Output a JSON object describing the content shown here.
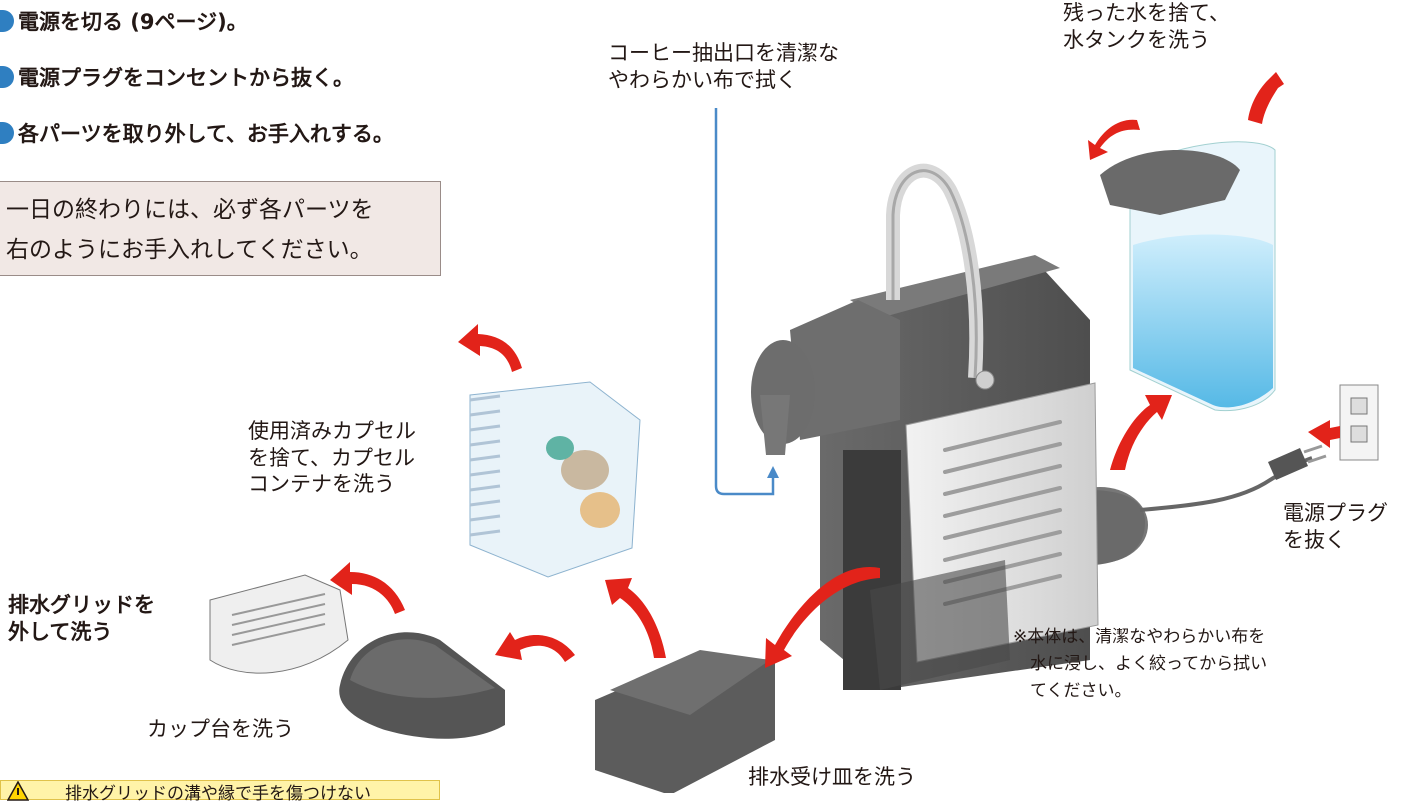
{
  "steps": [
    {
      "text": "電源を切る (9ページ)。"
    },
    {
      "text": "電源プラグをコンセントから抜く。"
    },
    {
      "text": "各パーツを取り外して、お手入れする。"
    }
  ],
  "note_box": {
    "line1": "一日の終わりには、必ず各パーツを",
    "line2": "右のようにお手入れしてください。"
  },
  "labels": {
    "nozzle": [
      "コーヒー抽出口を清潔な",
      "やわらかい布で拭く"
    ],
    "tank": [
      "残った水を捨て、",
      "水タンクを洗う"
    ],
    "capsule": [
      "使用済みカプセル",
      "を捨て、カプセル",
      "コンテナを洗う"
    ],
    "grid": [
      "排水グリッドを",
      "外して洗う"
    ],
    "cup_stand": "カップ台を洗う",
    "drip_tray": "排水受け皿を洗う",
    "plug": [
      "電源プラグ",
      "を抜く"
    ],
    "body_note": [
      "※本体は、清潔なやわらかい布を",
      "水に浸し、よく絞ってから拭い",
      "てください。"
    ]
  },
  "warning": {
    "text": "排水グリッドの溝や縁で手を傷つけない"
  },
  "colors": {
    "accent_arrow": "#e2231a",
    "bullet": "#2f7fc1",
    "leader_line": "#4a8ac8",
    "note_bg": "#f1e8e5",
    "warning_bg": "#fff3a8"
  },
  "icons": [
    "warning-icon",
    "red-arrow-icon"
  ]
}
